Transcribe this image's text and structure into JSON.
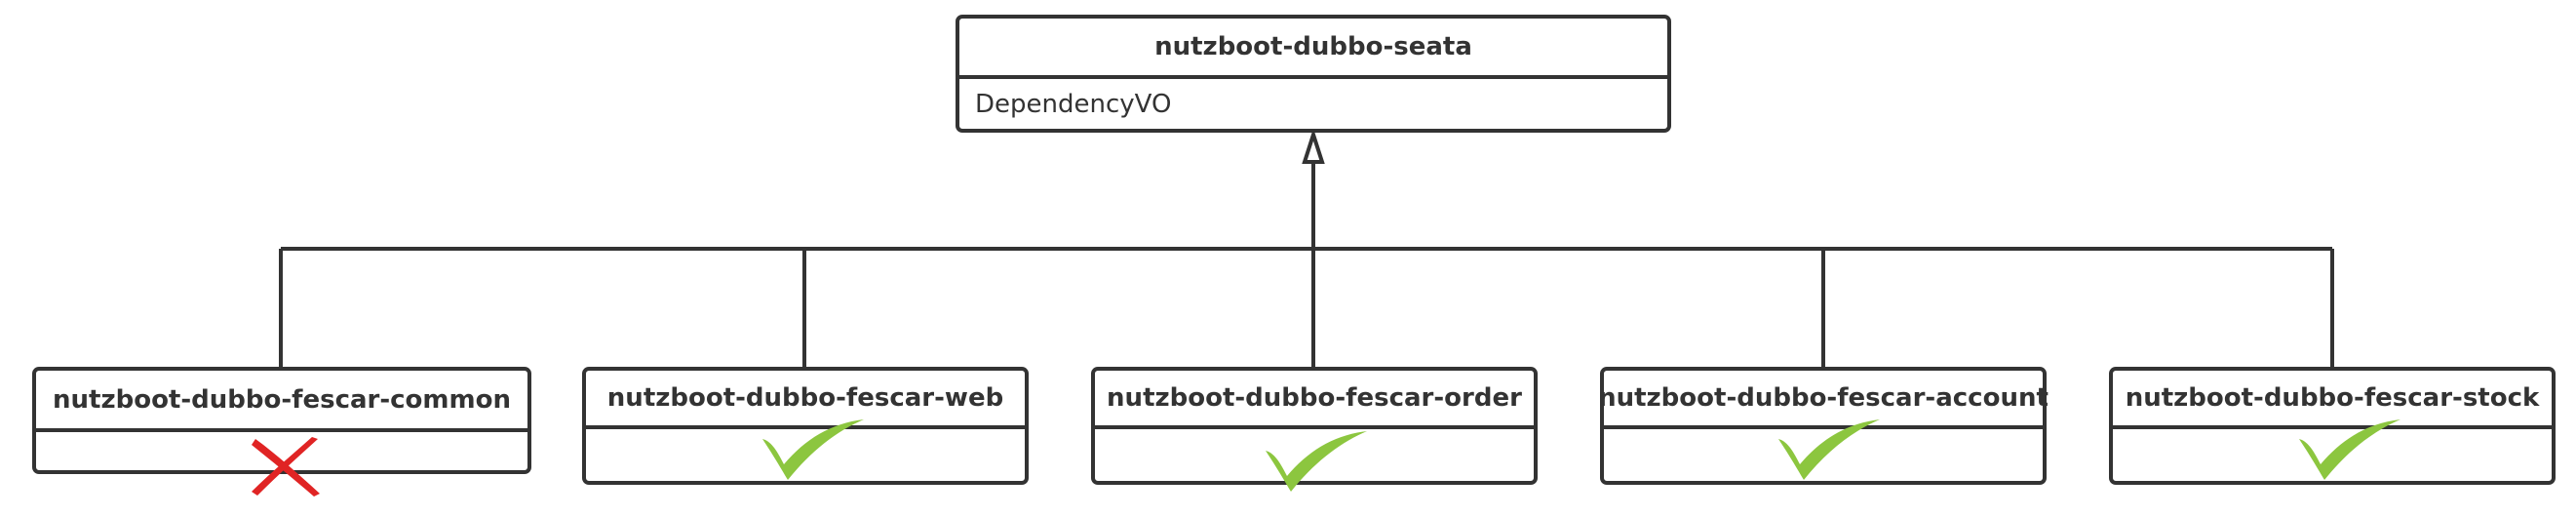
{
  "parent": {
    "title": "nutzboot-dubbo-seata",
    "attribute": "DependencyVO"
  },
  "modules": [
    {
      "title": "nutzboot-dubbo-fescar-common",
      "status": "excluded",
      "status_icon": "cross-icon"
    },
    {
      "title": "nutzboot-dubbo-fescar-web",
      "status": "included",
      "status_icon": "check-icon"
    },
    {
      "title": "nutzboot-dubbo-fescar-order",
      "status": "included",
      "status_icon": "check-icon"
    },
    {
      "title": "nutzboot-dubbo-fescar-account",
      "status": "included",
      "status_icon": "check-icon"
    },
    {
      "title": "nutzboot-dubbo-fescar-stock",
      "status": "included",
      "status_icon": "check-icon"
    }
  ],
  "colors": {
    "line": "#333333",
    "check": "#8cc63f",
    "cross": "#e02424"
  }
}
